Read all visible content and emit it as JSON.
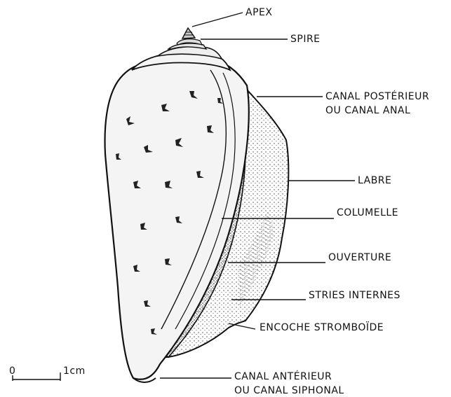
{
  "labels": {
    "apex": "APEX",
    "spire": "SPIRE",
    "canal_posterieur_line1": "CANAL POSTÉRIEUR",
    "canal_posterieur_line2": "OU CANAL ANAL",
    "labre": "LABRE",
    "columelle": "COLUMELLE",
    "ouverture": "OUVERTURE",
    "stries_internes": "STRIES INTERNES",
    "encoche_stromboide": "ENCOCHE STROMBOÏDE",
    "canal_anterieur_line1": "CANAL ANTÉRIEUR",
    "canal_anterieur_line2": "OU CANAL SIPHONAL"
  },
  "scale_bar": {
    "start": "0",
    "end": "1cm"
  }
}
